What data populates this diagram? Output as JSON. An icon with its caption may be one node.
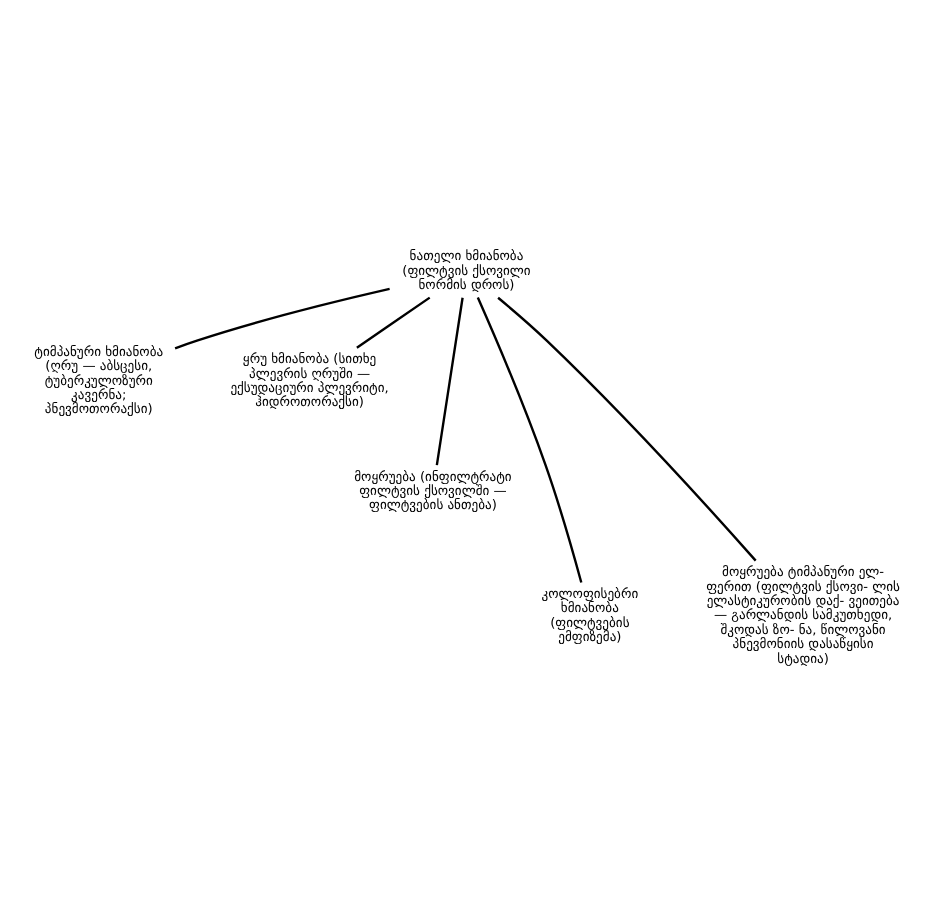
{
  "diagram": {
    "nodes": [
      {
        "text": [
          "ნათელი ხმიანობა (ფილტვის ქსოვილი ნორმის დროს)"
        ]
      },
      {
        "text": [
          "ტიმპანური ხმიანობა (ღრუ — აბსცესი, ტუბერკულოზური კავერნა; პნევმოთორაქსი)"
        ]
      },
      {
        "text": [
          "ყრუ ხმიანობა (სითხე პლევრის ღრუში — ექსუდაციური პლევრიტი, ჰიდროთორაქსი)"
        ]
      },
      {
        "text": [
          "მოყრუება (ინფილტრატი ფილტვის ქსოვილში — ფილტვების ანთება)"
        ]
      },
      {
        "text": [
          "კოლოფისებრი ხმიანობა (ფილტვების ემფიზემა)"
        ]
      },
      {
        "text": [
          "მოყრუება ტიმპანური ელ- ფერით (ფილტვის ქსოვი- ლის ელასტიკურობის დაქ- ვეითება — გარლანდის სამკუთხედი, შკოდას ზო- ნა, წილოვანი პნევმონიის დასაწყისი სტადია)"
        ]
      }
    ],
    "edges": [
      {
        "from": 0,
        "to": 1,
        "arrow": "none"
      },
      {
        "from": 0,
        "to": 2,
        "arrow": "none"
      },
      {
        "from": 0,
        "to": 3,
        "arrow": "none"
      },
      {
        "from": 0,
        "to": 4,
        "arrow": "none"
      },
      {
        "from": 0,
        "to": 5,
        "arrow": "none"
      }
    ]
  }
}
